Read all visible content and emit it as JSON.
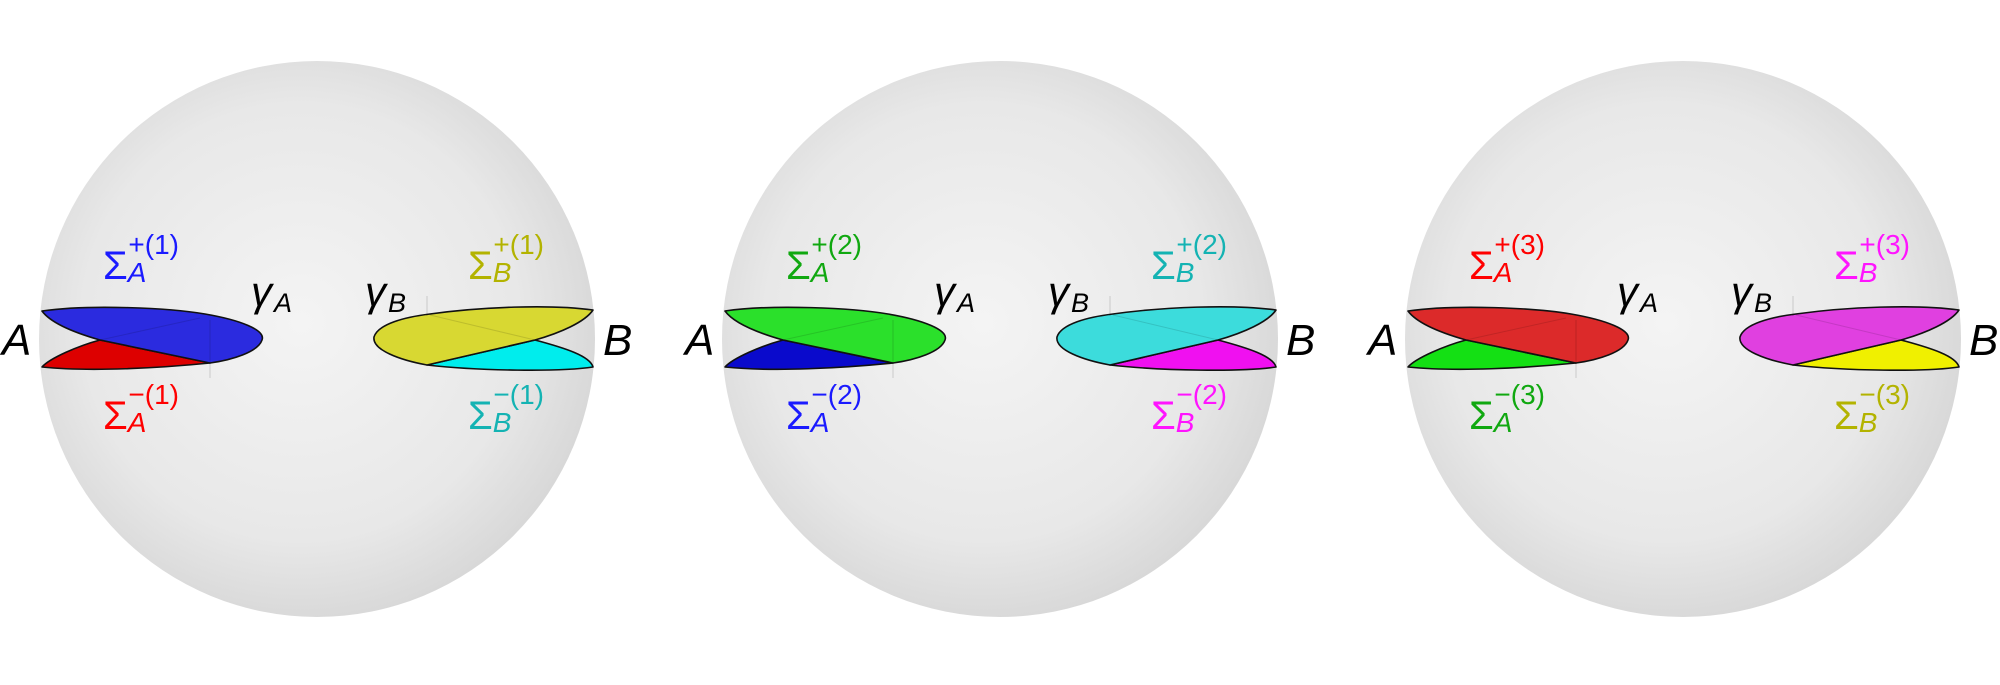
{
  "figure": {
    "description": "Three translucent spheres, each with two pairs of coloured lens-shaped sheets meeting at antipodal points A and B",
    "sphere_style": {
      "center_color": "#f4f4f4",
      "edge_color": "#d6d6d6"
    },
    "panels": [
      {
        "index": 1,
        "labels": {
          "point_A": "A",
          "point_B": "B",
          "gamma_A": {
            "main": "γ",
            "sub": "A"
          },
          "gamma_B": {
            "main": "γ",
            "sub": "B"
          },
          "sigma_A_plus": {
            "main": "Σ",
            "sub": "A",
            "sup": "+(1)",
            "color": "#1a1aff"
          },
          "sigma_A_minus": {
            "main": "Σ",
            "sub": "A",
            "sup": "−(1)",
            "color": "#ff0000"
          },
          "sigma_B_plus": {
            "main": "Σ",
            "sub": "B",
            "sup": "+(1)",
            "color": "#b3b300"
          },
          "sigma_B_minus": {
            "main": "Σ",
            "sub": "B",
            "sup": "−(1)",
            "color": "#14b3b3"
          }
        },
        "sheets": {
          "A_plus_fill": "#2b2bdf",
          "A_minus_fill": "#dd0000",
          "B_plus_fill": "#d8d832",
          "B_minus_fill": "#00eded"
        }
      },
      {
        "index": 2,
        "labels": {
          "point_A": "A",
          "point_B": "B",
          "gamma_A": {
            "main": "γ",
            "sub": "A"
          },
          "gamma_B": {
            "main": "γ",
            "sub": "B"
          },
          "sigma_A_plus": {
            "main": "Σ",
            "sub": "A",
            "sup": "+(2)",
            "color": "#10a810"
          },
          "sigma_A_minus": {
            "main": "Σ",
            "sub": "A",
            "sup": "−(2)",
            "color": "#1a1aff"
          },
          "sigma_B_plus": {
            "main": "Σ",
            "sub": "B",
            "sup": "+(2)",
            "color": "#14b3b3"
          },
          "sigma_B_minus": {
            "main": "Σ",
            "sub": "B",
            "sup": "−(2)",
            "color": "#ff14ff"
          }
        },
        "sheets": {
          "A_plus_fill": "#2be02b",
          "A_minus_fill": "#0a0acc",
          "B_plus_fill": "#3cdcdc",
          "B_minus_fill": "#f010f0"
        }
      },
      {
        "index": 3,
        "labels": {
          "point_A": "A",
          "point_B": "B",
          "gamma_A": {
            "main": "γ",
            "sub": "A"
          },
          "gamma_B": {
            "main": "γ",
            "sub": "B"
          },
          "sigma_A_plus": {
            "main": "Σ",
            "sub": "A",
            "sup": "+(3)",
            "color": "#ff0000"
          },
          "sigma_A_minus": {
            "main": "Σ",
            "sub": "A",
            "sup": "−(3)",
            "color": "#10a810"
          },
          "sigma_B_plus": {
            "main": "Σ",
            "sub": "B",
            "sup": "+(3)",
            "color": "#ff14ff"
          },
          "sigma_B_minus": {
            "main": "Σ",
            "sub": "B",
            "sup": "−(3)",
            "color": "#b3b300"
          }
        },
        "sheets": {
          "A_plus_fill": "#dc2a2a",
          "A_minus_fill": "#14e014",
          "B_plus_fill": "#e040e0",
          "B_minus_fill": "#f0f000"
        }
      }
    ]
  }
}
